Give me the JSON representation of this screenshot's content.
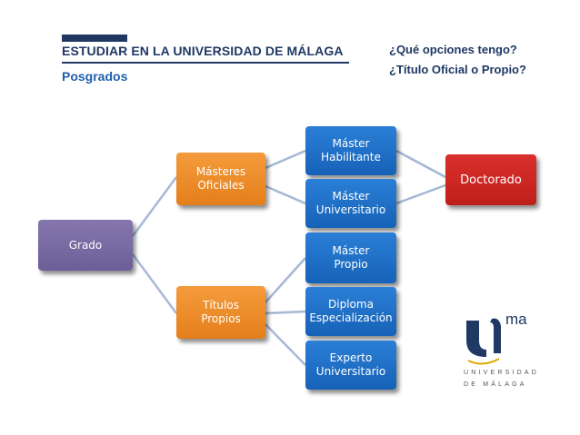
{
  "header": {
    "title": "ESTUDIAR EN LA UNIVERSIDAD DE MÁLAGA",
    "subtitle": "Posgrados",
    "questions": [
      "¿Qué opciones tengo?",
      "¿Título Oficial o Propio?"
    ]
  },
  "diagram": {
    "nodes": {
      "grado": "Grado",
      "masteres_oficiales": "Másteres\nOficiales",
      "titulos_propios": "Títulos\nPropios",
      "master_habilitante": "Máster\nHabilitante",
      "master_universitario": "Máster\nUniversitario",
      "doctorado": "Doctorado",
      "master_propio": "Máster\nPropio",
      "diploma_especializacion": "Diploma\nEspecialización",
      "experto_universitario": "Experto\nUniversitario"
    },
    "colors": {
      "root": "#7a6ca6",
      "level1": "#f0901f",
      "level2": "#1f6fc8",
      "goal": "#cc2722",
      "connector": "#aebfd8"
    }
  },
  "logo": {
    "mark": "ma",
    "line1": "UNIVERSIDAD",
    "line2": "DE MÁLAGA"
  }
}
